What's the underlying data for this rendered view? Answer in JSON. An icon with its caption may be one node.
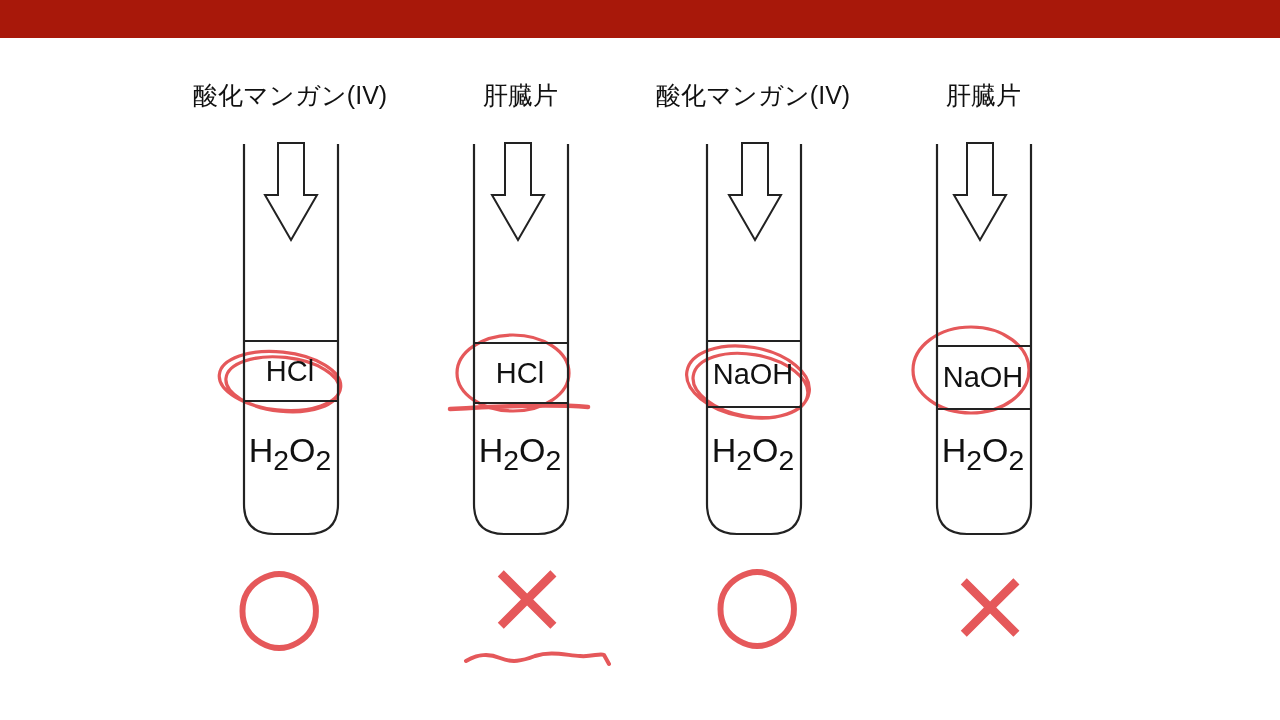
{
  "diagram": {
    "nodes": [
      {
        "text": [
          "酸化マンガン(IV)",
          "H$_{2}$O$_{2}$"
        ]
      },
      {
        "text": [
          "HCl"
        ],
        "in": 0
      },
      {
        "text": [
          "肝臓片",
          "H$_{2}$O$_{2}$"
        ]
      },
      {
        "text": [
          "HCl"
        ],
        "in": 2
      },
      {
        "text": [
          "酸化マンガン(IV)",
          "H$_{2}$O$_{2}$"
        ]
      },
      {
        "text": [
          "NaOH"
        ],
        "in": 4
      },
      {
        "text": [
          "肝臓片",
          "H$_{2}$O$_{2}$"
        ]
      },
      {
        "text": [
          "NaOH"
        ],
        "in": 6
      }
    ],
    "labels": [
      "○",
      "×",
      "○",
      "×"
    ]
  }
}
